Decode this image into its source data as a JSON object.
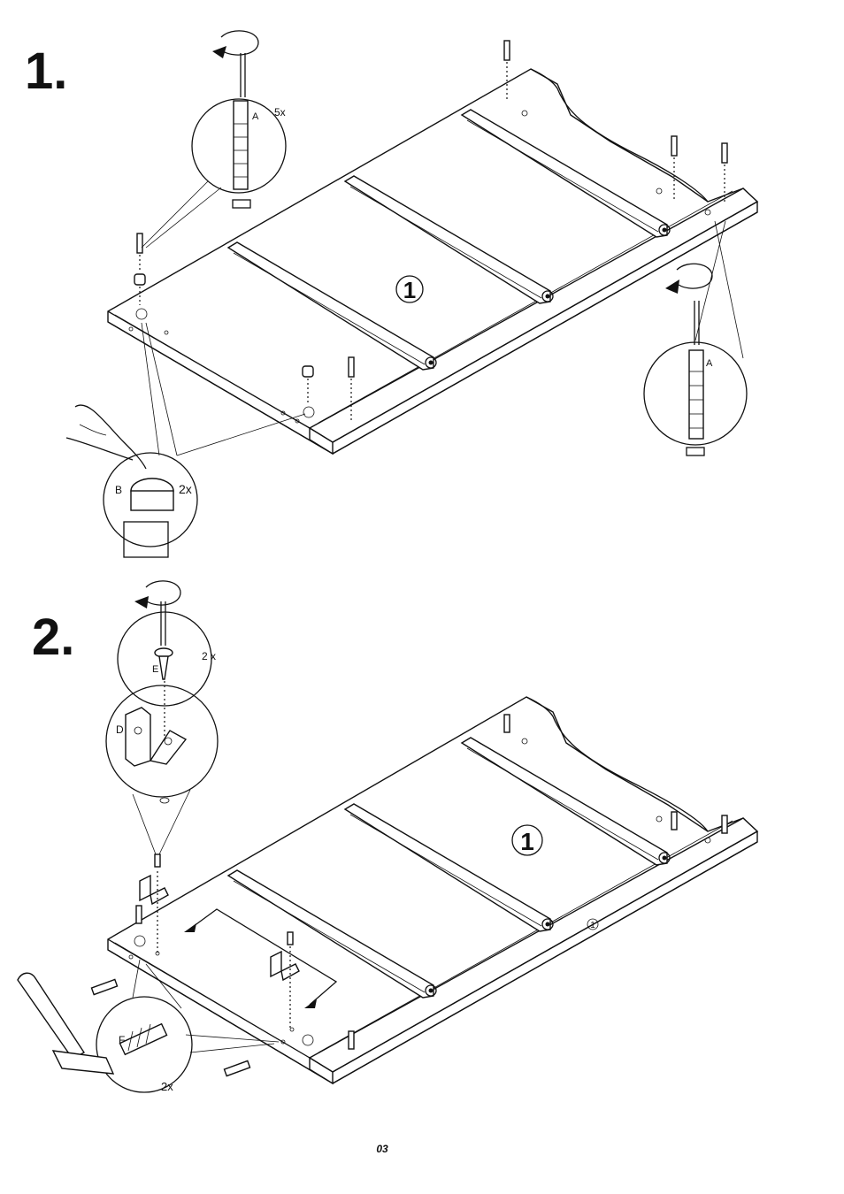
{
  "steps": [
    {
      "number": "1.",
      "callouts": {
        "dowel_part": "A",
        "dowel_qty": "5x",
        "dowel_part_right": "A",
        "cam_part": "B",
        "cam_qty": "2x",
        "panel_label": "1"
      }
    },
    {
      "number": "2.",
      "callouts": {
        "screw_part": "E",
        "screw_qty": "2 x",
        "bracket_part": "D",
        "dowel_part": "F",
        "dowel_qty": "2x",
        "panel_label": "1",
        "panel_label_edge": "1"
      }
    }
  ],
  "page_number": "03"
}
